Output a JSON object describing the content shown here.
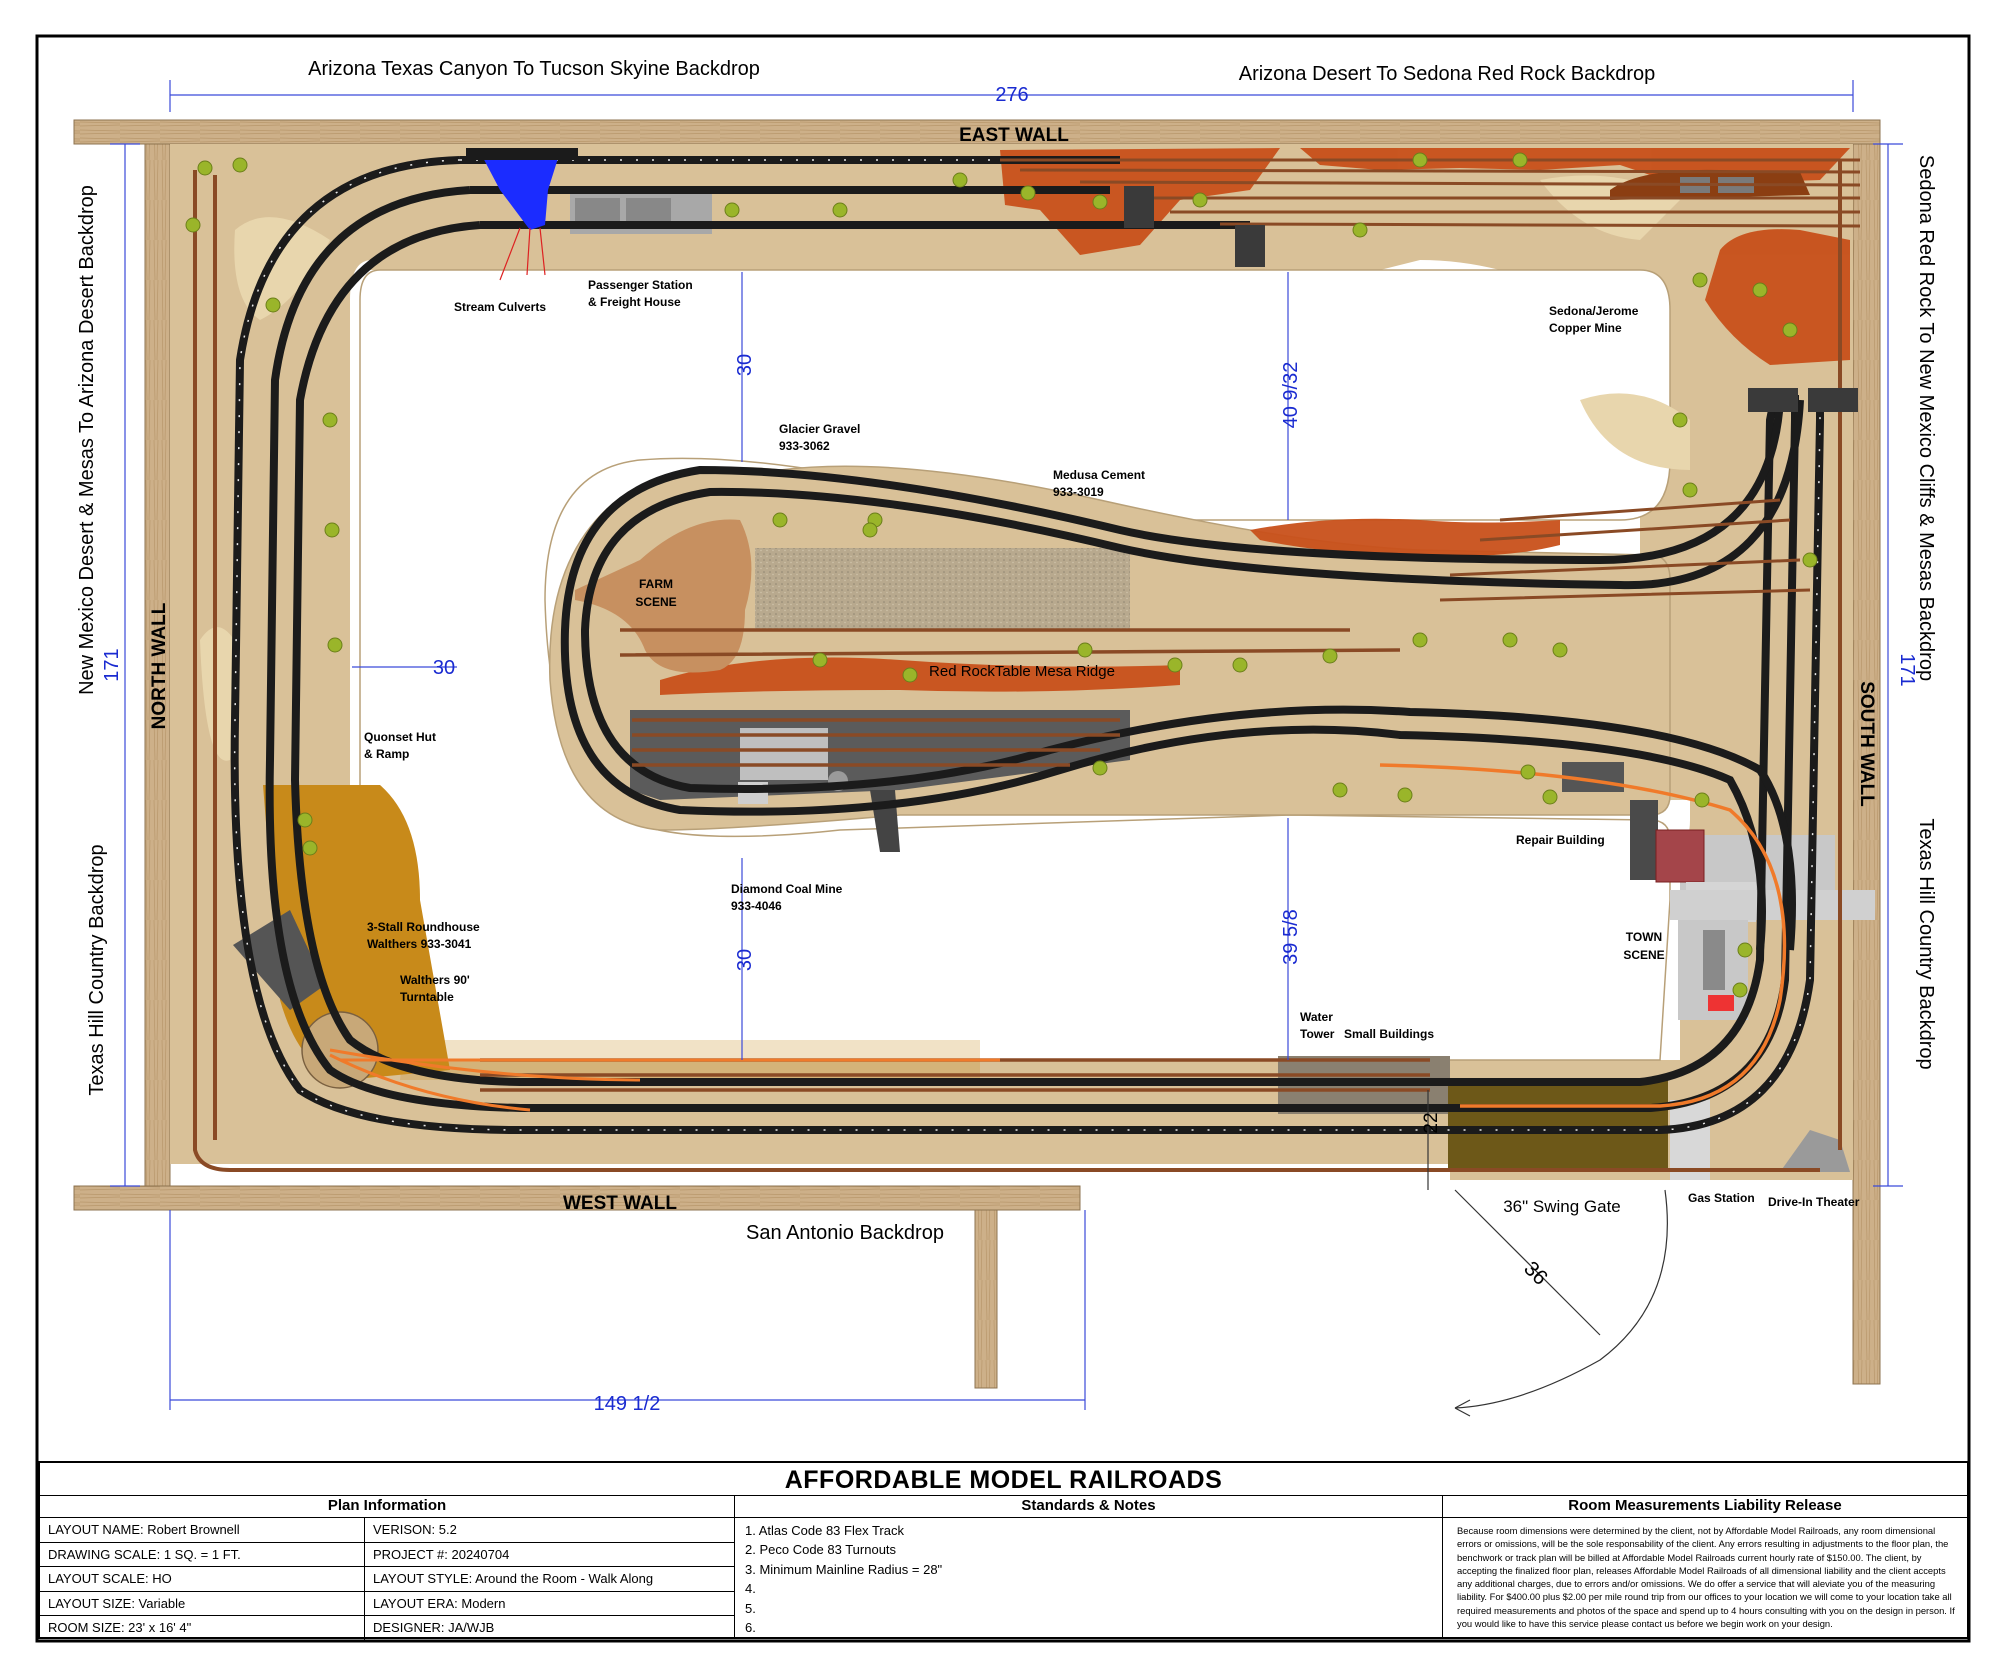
{
  "backdrops": {
    "top_left": "Arizona Texas Canyon To Tucson Skyine Backdrop",
    "top_right": "Arizona Desert To Sedona Red Rock Backdrop",
    "left_top": "New Mexico Desert & Mesas To Arizona Desert Backdrop",
    "left_bottom": "Texas Hill Country Backdrop",
    "right_top": "Sedona Red Rock To New Mexico Cliffs & Mesas Backdrop",
    "right_bottom": "Texas Hill Country Backdrop",
    "bottom": "San Antonio Backdrop"
  },
  "walls": {
    "east": "EAST WALL",
    "west": "WEST WALL",
    "north": "NORTH WALL",
    "south": "SOUTH WALL"
  },
  "dimensions": {
    "top_width": "276",
    "left_height": "171",
    "right_height": "171",
    "bottom_width": "149 1/2",
    "aisle_top_left": "30",
    "aisle_top_right": "40 9/32",
    "aisle_left": "30",
    "aisle_bottom_left": "30",
    "aisle_bottom_right": "39 5/8",
    "gate_depth": "22",
    "gate_swing": "36",
    "swing_gate_label": "36\" Swing Gate"
  },
  "industries": {
    "stream_culverts": "Stream Culverts",
    "passenger_station_1": "Passenger Station",
    "passenger_station_2": "& Freight House",
    "sedona_mine_1": "Sedona/Jerome",
    "sedona_mine_2": "Copper Mine",
    "glacier_gravel_1": "Glacier Gravel",
    "glacier_gravel_2": "933-3062",
    "medusa_cement_1": "Medusa Cement",
    "medusa_cement_2": "933-3019",
    "farm_scene_1": "FARM",
    "farm_scene_2": "SCENE",
    "red_rock_ridge": "Red RockTable Mesa Ridge",
    "quonset_hut_1": "Quonset Hut",
    "quonset_hut_2": "& Ramp",
    "diamond_coal_1": "Diamond Coal Mine",
    "diamond_coal_2": "933-4046",
    "repair_building": "Repair Building",
    "roundhouse_1": "3-Stall Roundhouse",
    "roundhouse_2": "Walthers 933-3041",
    "turntable_1": "Walthers 90'",
    "turntable_2": "Turntable",
    "water_tower_1": "Water",
    "water_tower_2": "Tower",
    "small_buildings": "Small Buildings",
    "town_scene_1": "TOWN",
    "town_scene_2": "SCENE",
    "gas_station": "Gas Station",
    "drive_in": "Drive-In Theater"
  },
  "title_block": {
    "company": "AFFORDABLE MODEL RAILROADS",
    "plan_header": "Plan Information",
    "notes_header": "Standards & Notes",
    "release_header": "Room Measurements Liability Release",
    "plan_rows": [
      {
        "left": "LAYOUT NAME:  Robert Brownell",
        "right": "VERISON: 5.2"
      },
      {
        "left": "DRAWING SCALE: 1 SQ. = 1 FT.",
        "right": "PROJECT #:  20240704"
      },
      {
        "left": "LAYOUT SCALE: HO",
        "right": "LAYOUT STYLE: Around the Room - Walk Along"
      },
      {
        "left": "LAYOUT SIZE:  Variable",
        "right": "LAYOUT ERA: Modern"
      },
      {
        "left": "ROOM SIZE:  23' x 16' 4\"",
        "right": "DESIGNER:  JA/WJB"
      }
    ],
    "notes": [
      "1. Atlas Code 83 Flex Track",
      "2. Peco Code 83 Turnouts",
      "3. Minimum Mainline Radius = 28\"",
      "4.",
      "5.",
      "6."
    ],
    "release_text": "Because room dimensions were determined by the client, not by Affordable Model Railroads, any room dimensional errors or omissions, will be the sole responsability of the client. Any errors resulting in adjustments to the floor plan, the benchwork or track plan will be billed at Affordable Model Railroads current hourly rate of $150.00. The client, by accepting the finalized floor plan, releases Affordable Model Railroads of all dimensional liability and the client accepts any additional charges, due to errors and/or omissions. We do offer a service that will aleviate you of the measuring liability. For $400.00 plus $2.00 per mile round trip from our offices to your location we will come to your location take all required measurements and photos of the space and spend up to 4 hours consulting with you on the design in person. If you would like to have this service please contact us before we begin work on your design."
  },
  "colors": {
    "wall_wood": "#c8ab82",
    "benchwork": "#d9c198",
    "terrain_light": "#e6d3a8",
    "red_rock": "#c8501a",
    "track_ties": "#1b1b1b",
    "track_rail": "#8a4a25",
    "orange_track": "#f07a2a",
    "dimension_blue": "#1a2bd1",
    "water_blue": "#1b2cff",
    "yard_slab": "#5a5a5a"
  }
}
